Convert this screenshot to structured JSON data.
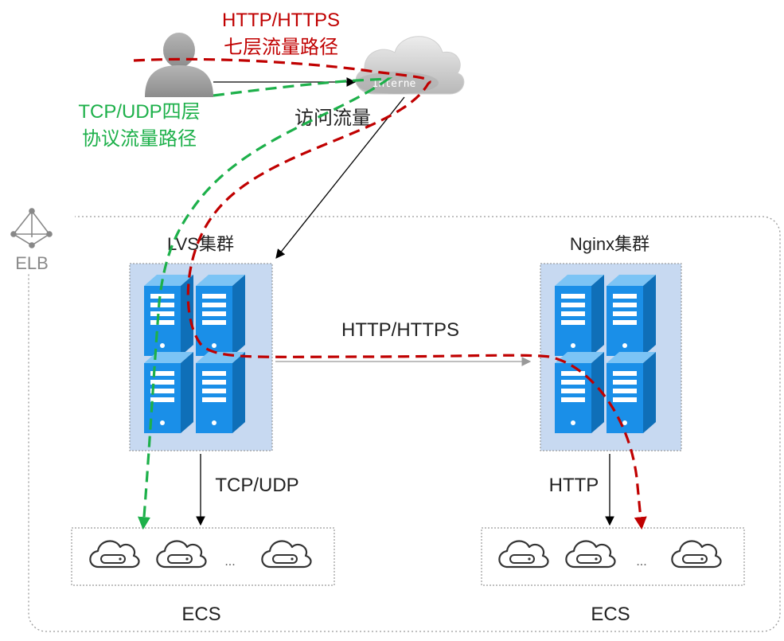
{
  "diagram": {
    "http_path_title_line1": "HTTP/HTTPS",
    "http_path_title_line2": "七层流量路径",
    "tcp_path_title_line1": "TCP/UDP四层",
    "tcp_path_title_line2": "协议流量路径",
    "internet_label": "Interne",
    "access_traffic_label": "访问流量",
    "elb_label": "ELB",
    "lvs_cluster_label": "LVS集群",
    "nginx_cluster_label": "Nginx集群",
    "lvs_to_nginx_label": "HTTP/HTTPS",
    "lvs_to_ecs_label": "TCP/UDP",
    "nginx_to_ecs_label": "HTTP",
    "ecs_left_label": "ECS",
    "ecs_right_label": "ECS",
    "ellipsis_left": "...",
    "ellipsis_right": "...",
    "colors": {
      "http_path": "#c00000",
      "tcp_path": "#1db04a",
      "server_blue": "#1a8fe8",
      "cluster_bg": "#c7d9f1",
      "border_gray": "#999999"
    },
    "icons": [
      "user-icon",
      "cloud-icon",
      "elb-icon",
      "server-icon",
      "ecs-icon"
    ]
  }
}
